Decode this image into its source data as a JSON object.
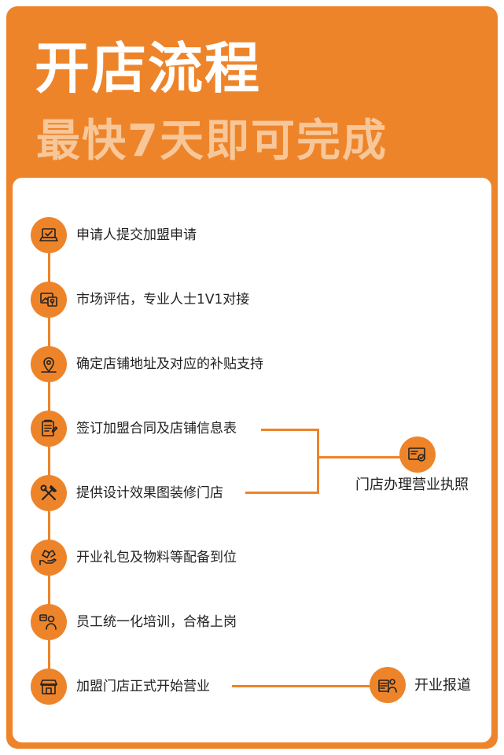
{
  "header": {
    "title": "开店流程",
    "subtitle": "最快7天即可完成"
  },
  "steps": [
    {
      "label": "申请人提交加盟申请",
      "icon": "laptop-icon"
    },
    {
      "label": "市场评估，专业人士1V1对接",
      "icon": "map-photo-icon"
    },
    {
      "label": "确定店铺地址及对应的补贴支持",
      "icon": "location-pin-icon"
    },
    {
      "label": "签订加盟合同及店铺信息表",
      "icon": "contract-document-icon"
    },
    {
      "label": "提供设计效果图装修门店",
      "icon": "tools-icon"
    },
    {
      "label": "开业礼包及物料等配备到位",
      "icon": "gift-package-icon"
    },
    {
      "label": "员工统一化培训，合格上岗",
      "icon": "trainer-icon"
    },
    {
      "label": "加盟门店正式开始营业",
      "icon": "storefront-icon"
    }
  ],
  "side_tasks": [
    {
      "label": "门店办理营业执照",
      "icon": "certificate-icon"
    },
    {
      "label": "开业报道",
      "icon": "news-report-icon"
    }
  ],
  "colors": {
    "accent": "#EE842A",
    "subtitle": "#F7C79A",
    "text": "#222222"
  }
}
